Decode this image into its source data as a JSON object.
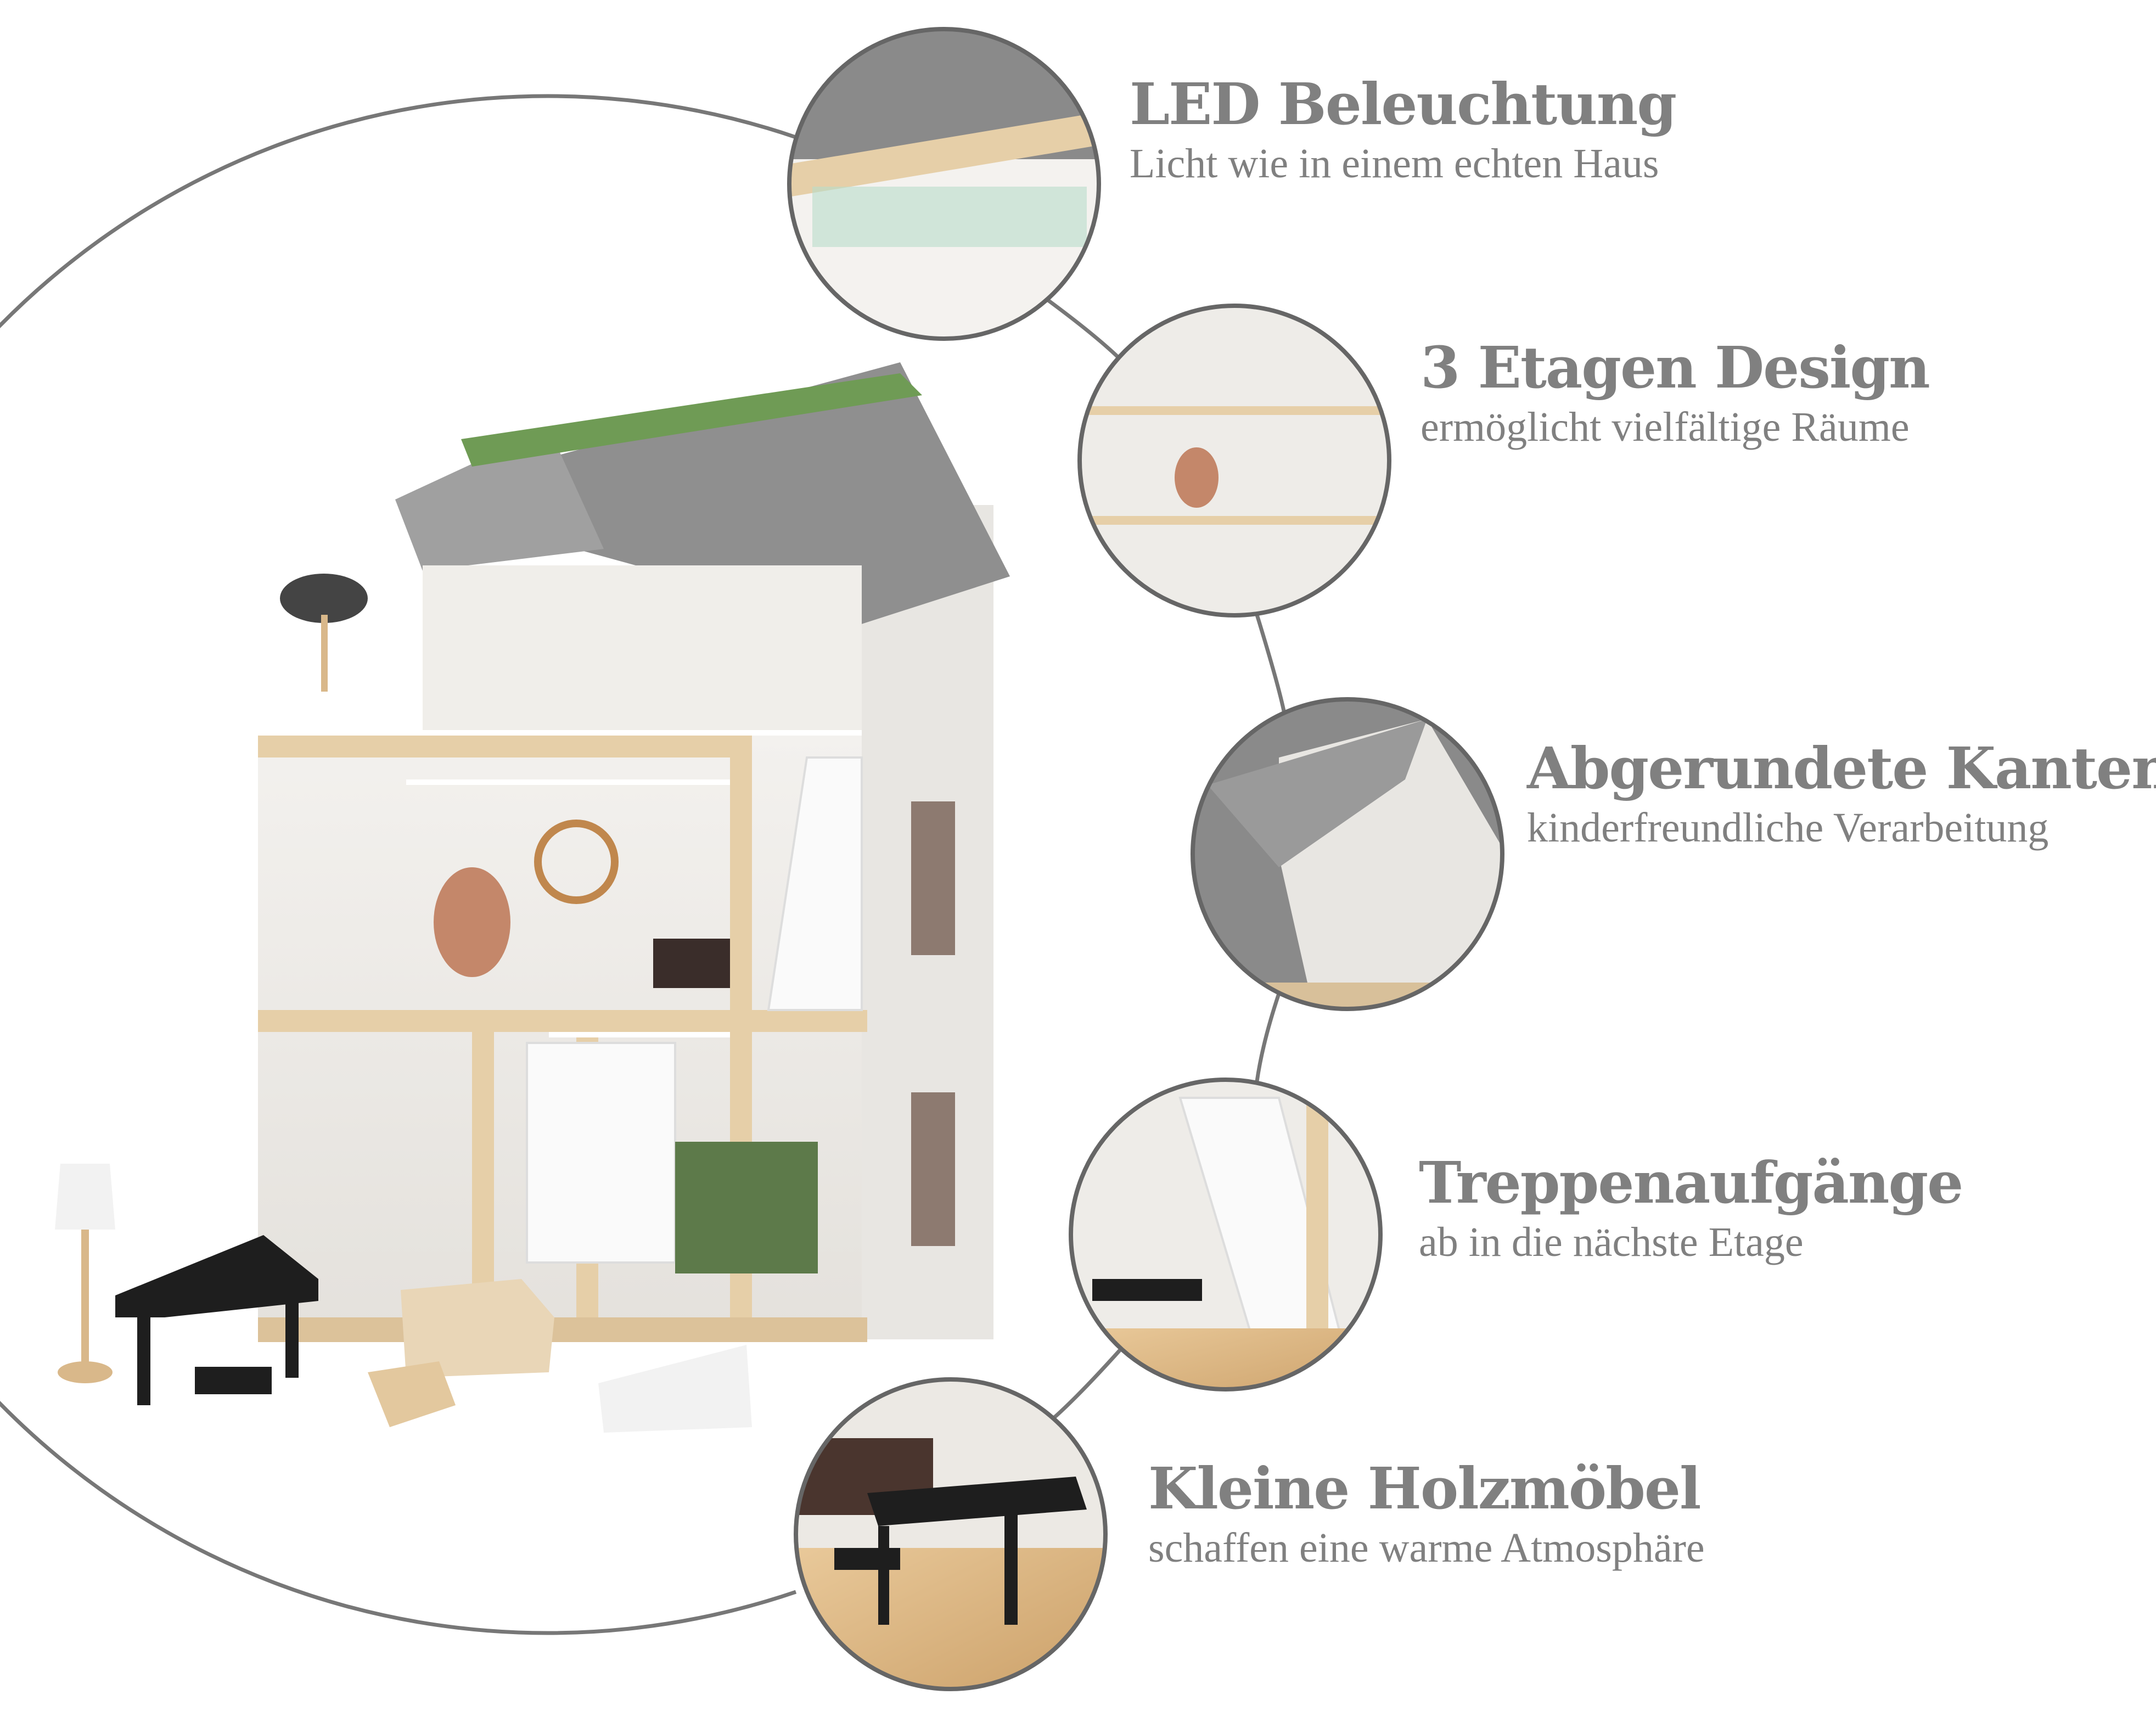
{
  "features": [
    {
      "title": "LED Beleuchtung",
      "subtitle": "Licht wie in einem echten Haus"
    },
    {
      "title": "3 Etagen Design",
      "subtitle": "ermöglicht vielfältige Räume"
    },
    {
      "title": "Abgerundete Kanten",
      "subtitle": "kinderfreundliche Verarbeitung"
    },
    {
      "title": "Treppenaufgänge",
      "subtitle": "ab in die nächste Etage"
    },
    {
      "title": "Kleine Holzmöbel",
      "subtitle": "schaffen eine warme Atmosphäre"
    }
  ],
  "colors": {
    "text": "#808080",
    "ring": "#666666",
    "wood": "#e6cfa8",
    "roof": "#8c8c8c"
  }
}
